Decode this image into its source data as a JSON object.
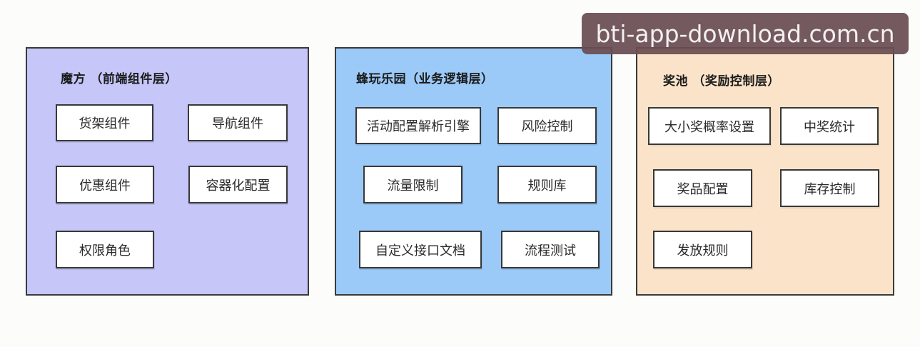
{
  "panels": [
    {
      "title": "魔方 （前端组件层）",
      "components": [
        "货架组件",
        "导航组件",
        "优惠组件",
        "容器化配置",
        "权限角色"
      ]
    },
    {
      "title": "蜂玩乐园（业务逻辑层）",
      "components": [
        "活动配置解析引擎",
        "风险控制",
        "流量限制",
        "规则库",
        "自定义接口文档",
        "流程测试"
      ]
    },
    {
      "title": "奖池 （奖励控制层）",
      "components": [
        "大小奖概率设置",
        "中奖统计",
        "奖品配置",
        "库存控制",
        "发放规则"
      ]
    }
  ],
  "watermark": "bti-app-download.com.cn",
  "colors": {
    "panel_1_bg": "#c6c6f9",
    "panel_2_bg": "#9ccaf8",
    "panel_3_bg": "#fbe3c9",
    "border": "#3a3a3a"
  }
}
